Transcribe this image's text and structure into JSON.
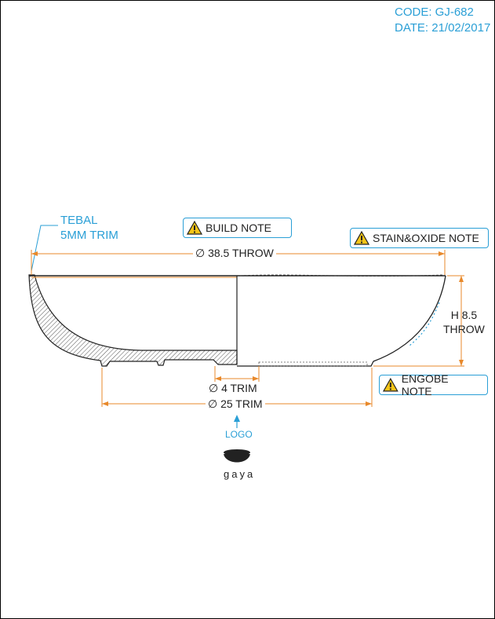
{
  "header": {
    "code": "CODE: GJ-682",
    "date": "DATE: 21/02/2017"
  },
  "annotations": {
    "tebal_line1": "TEBAL",
    "tebal_line2": "5MM TRIM",
    "build_note": "BUILD NOTE",
    "stain_note": "STAIN&OXIDE NOTE",
    "engobe_note": "ENGOBE NOTE",
    "logo_label": "LOGO"
  },
  "dimensions": {
    "diameter_top": "∅ 38.5 THROW",
    "height_line1": "H 8.5",
    "height_line2": "THROW",
    "diameter_trim_small": "∅ 4 TRIM",
    "diameter_trim_base": "∅ 25 TRIM"
  },
  "brand": "gaya",
  "icons": {
    "warning": "warning-triangle-icon",
    "logo": "gaya-bowl-logo-icon"
  },
  "colors": {
    "dimension": "#e8892b",
    "annotation": "#2a9fd6",
    "outline": "#222222"
  }
}
